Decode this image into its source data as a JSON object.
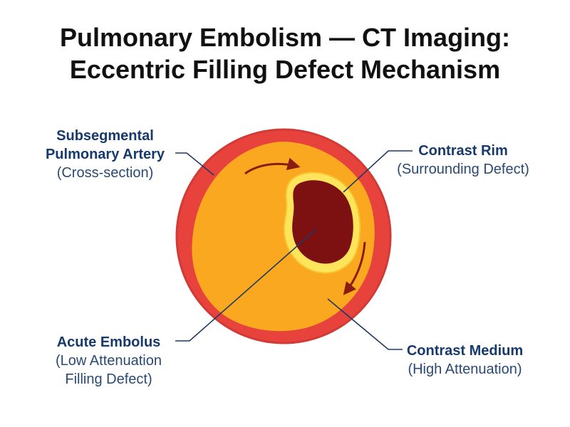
{
  "title": {
    "line1": "Pulmonary Embolism — CT Imaging:",
    "line2": "Eccentric Filling Defect Mechanism"
  },
  "labels": {
    "artery": {
      "line1": "Subsegmental",
      "line2": "Pulmonary Artery",
      "line3": "(Cross-section)"
    },
    "rim": {
      "line1": "Contrast Rim",
      "line2": "(Surrounding Defect)"
    },
    "embolus": {
      "line1": "Acute Embolus",
      "line2": "(Low Attenuation",
      "line3": "Filling Defect)"
    },
    "medium": {
      "line1": "Contrast Medium",
      "line2": "(High Attenuation)"
    }
  },
  "colors": {
    "vessel_wall": "#e8423d",
    "wall_stroke": "#d13a35",
    "contrast": "#f9a820",
    "rim": "#fde45a",
    "embolus": "#7d1010",
    "arrow": "#8a1c14",
    "leader": "#1e3a5f"
  }
}
